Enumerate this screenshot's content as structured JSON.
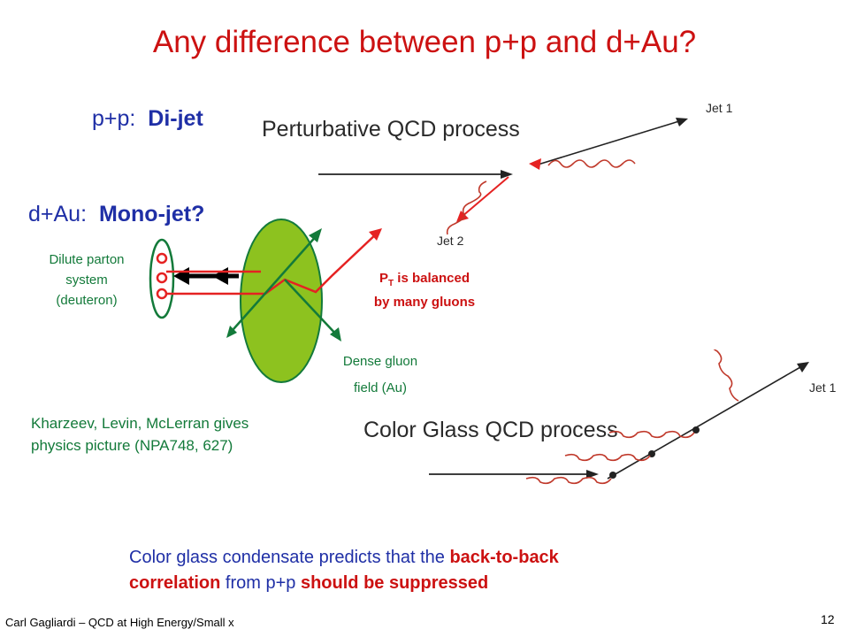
{
  "title": "Any difference between p+p and d+Au?",
  "pp": {
    "label": "p+p:",
    "value": "Di-jet"
  },
  "dau": {
    "label": "d+Au:",
    "value": "Mono-jet?"
  },
  "labels": {
    "dilute": [
      "Dilute parton",
      "system",
      "(deuteron)"
    ],
    "pt_balanced": [
      "P",
      "T",
      " is balanced",
      "by many gluons"
    ],
    "dense": [
      "Dense gluon",
      "field (Au)"
    ]
  },
  "citation": [
    "Kharzeev, Levin, McLerran gives",
    "physics picture (NPA748, 627)"
  ],
  "figures": {
    "pqcd": {
      "title": "Perturbative QCD process",
      "jet1": "Jet 1",
      "jet2": "Jet 2"
    },
    "cgc": {
      "title": "Color Glass QCD process",
      "jet1": "Jet 1"
    }
  },
  "conclusion": {
    "part1": "Color glass condensate predicts that the ",
    "part2": "back-to-back",
    "part3": "correlation",
    "part4": " from p+p ",
    "part5": "should be suppressed"
  },
  "footer": {
    "author": "Carl Gagliardi – QCD at High Energy/Small x",
    "page": "12"
  },
  "colors": {
    "title": "#cc1111",
    "heading": "#1f2fa6",
    "label": "#137a3a",
    "nucleus": "#8dc21f",
    "arrow": "#e52222"
  }
}
